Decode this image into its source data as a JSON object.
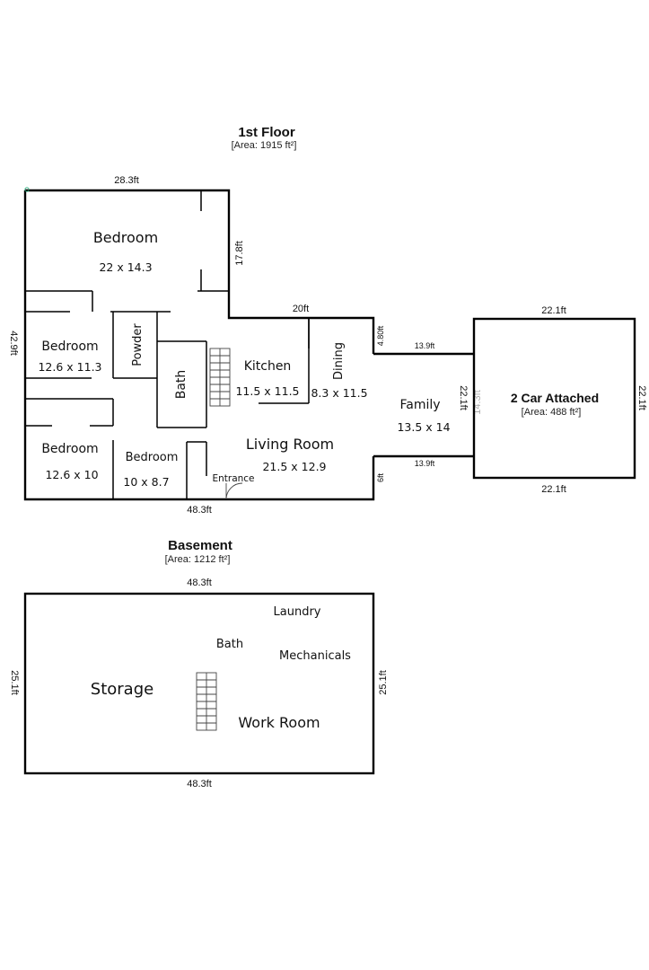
{
  "first_floor": {
    "title": "1st Floor",
    "area": "[Area: 1915 ft²]",
    "rooms": {
      "bedroom_main": {
        "name": "Bedroom",
        "size": "22 x 14.3"
      },
      "bedroom_2": {
        "name": "Bedroom",
        "size": "12.6 x 11.3"
      },
      "powder": {
        "name": "Powder"
      },
      "bath": {
        "name": "Bath"
      },
      "kitchen": {
        "name": "Kitchen",
        "size": "11.5 x 11.5"
      },
      "dining": {
        "name": "Dining",
        "size": "8.3 x 11.5"
      },
      "family": {
        "name": "Family",
        "size": "13.5 x 14"
      },
      "bedroom_3": {
        "name": "Bedroom",
        "size": "12.6 x 10"
      },
      "bedroom_4": {
        "name": "Bedroom",
        "size": "10 x 8.7"
      },
      "living_room": {
        "name": "Living Room",
        "size": "21.5 x 12.9"
      },
      "entrance": {
        "name": "Entrance"
      }
    },
    "dimensions": {
      "top": "28.3ft",
      "right_upper": "17.8ft",
      "middle_top": "20ft",
      "left": "42.9ft",
      "bottom": "48.3ft",
      "small_right": "4.80ft",
      "bottom_right": "6ft",
      "family_top": "13.9ft",
      "family_bottom": "13.9ft",
      "family_right": "22.1ft",
      "family_faint": "14.3ft"
    }
  },
  "garage": {
    "title": "2 Car Attached",
    "area": "[Area: 488 ft²]",
    "dimensions": {
      "top": "22.1ft",
      "bottom": "22.1ft",
      "right": "22.1ft"
    }
  },
  "basement": {
    "title": "Basement",
    "area": "[Area: 1212 ft²]",
    "rooms": {
      "laundry": "Laundry",
      "bath": "Bath",
      "mechanicals": "Mechanicals",
      "storage": "Storage",
      "work_room": "Work Room"
    },
    "dimensions": {
      "top": "48.3ft",
      "bottom": "48.3ft",
      "left": "25.1ft",
      "right": "25.1ft"
    }
  }
}
